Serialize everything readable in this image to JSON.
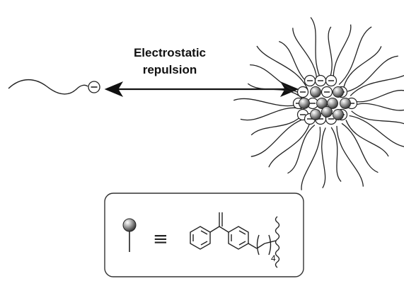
{
  "annotation": {
    "line1": "Electrostatic",
    "line2": "repulsion"
  },
  "legend": {
    "equivalence_symbol": "≡",
    "chain_repeat_subscript": "4"
  },
  "colors": {
    "line": "#222222",
    "bead_dark": "#5a5a5a",
    "bead_light": "#f2f2f2",
    "box_border": "#333333"
  }
}
